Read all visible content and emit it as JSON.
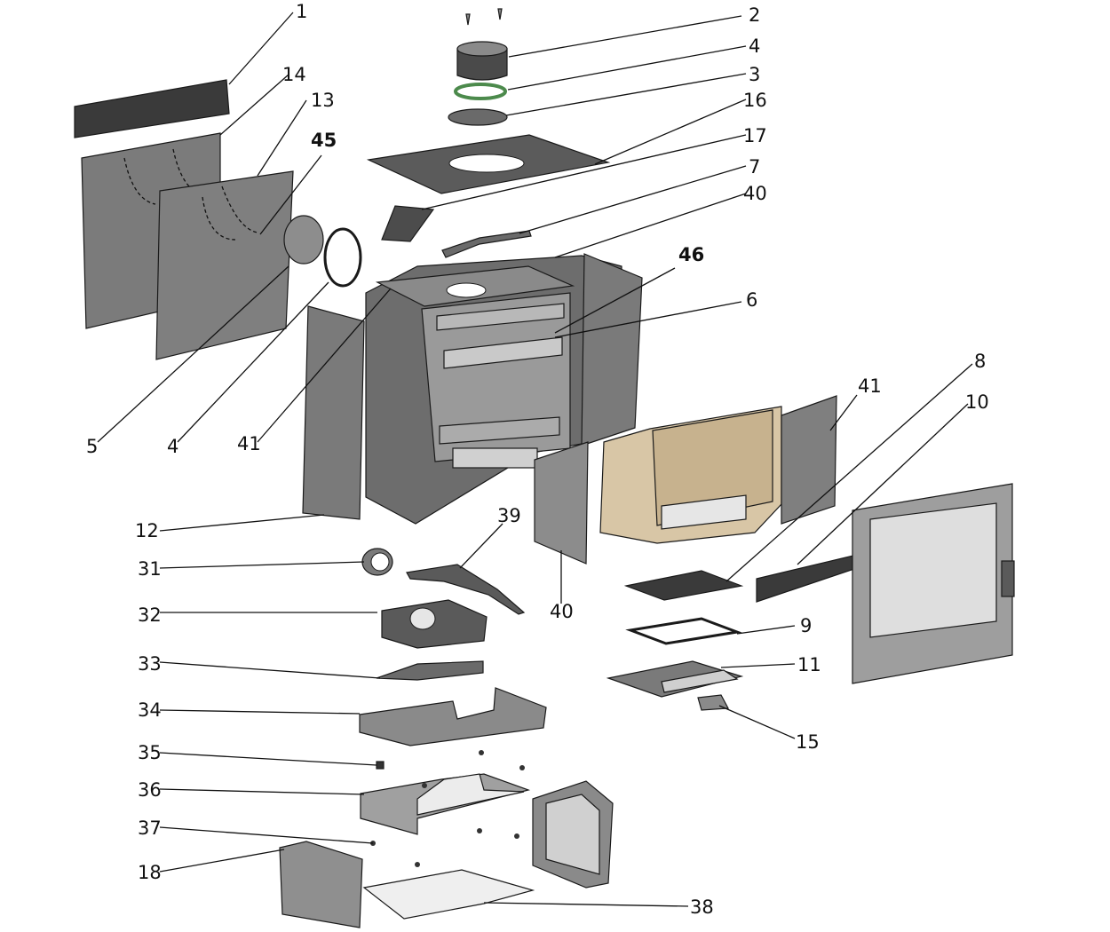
{
  "diagram": {
    "labels": {
      "l1": "1",
      "l2": "2",
      "l3": "3",
      "l4a": "4",
      "l4b": "4",
      "l5": "5",
      "l6": "6",
      "l7": "7",
      "l8": "8",
      "l9": "9",
      "l10": "10",
      "l11": "11",
      "l12": "12",
      "l13": "13",
      "l14": "14",
      "l15": "15",
      "l16": "16",
      "l17": "17",
      "l18": "18",
      "l31": "31",
      "l32": "32",
      "l33": "33",
      "l34": "34",
      "l35": "35",
      "l36": "36",
      "l37": "37",
      "l38": "38",
      "l39": "39",
      "l40a": "40",
      "l40b": "40",
      "l41a": "41",
      "l41b": "41",
      "l45": "45",
      "l46": "46"
    }
  },
  "colors": {
    "steel_dark": "#5e5e5e",
    "steel_mid": "#8a8a8a",
    "steel_light": "#c4c4c4",
    "vermiculite": "#d8c6a6",
    "gasket": "#4c8a4c",
    "glass": "#e6e6e6",
    "seal_board": "#303030"
  }
}
